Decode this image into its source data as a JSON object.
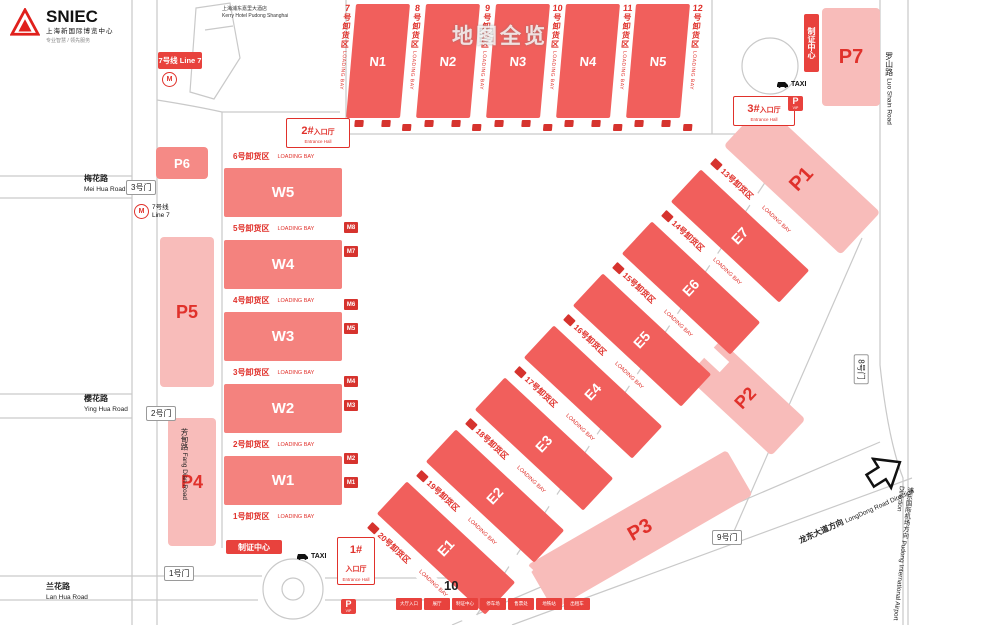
{
  "logo": {
    "name": "SNIEC",
    "cn": "上海新国际博览中心",
    "tagline": "专业智慧 / 领先服务"
  },
  "watermark": "地图全览",
  "hotel": {
    "cn": "上海浦东嘉里大酒店",
    "en": "Kerry Hotel Pudong Shanghai"
  },
  "metro": {
    "cn": "7号线",
    "en": "Line 7"
  },
  "halls": {
    "north": [
      "N1",
      "N2",
      "N3",
      "N4",
      "N5"
    ],
    "west": [
      "W5",
      "W4",
      "W3",
      "W2",
      "W1"
    ],
    "east": [
      "E1",
      "E2",
      "E3",
      "E4",
      "E5",
      "E6",
      "E7"
    ]
  },
  "bays": {
    "en": "LOADING BAY",
    "north": [
      {
        "num": "7",
        "cn": "号卸货区"
      },
      {
        "num": "8",
        "cn": "号卸货区"
      },
      {
        "num": "9",
        "cn": "号卸货区"
      },
      {
        "num": "10",
        "cn": "号卸货区"
      },
      {
        "num": "11",
        "cn": "号卸货区"
      },
      {
        "num": "12",
        "cn": "号卸货区"
      }
    ],
    "west": [
      "6号卸货区",
      "5号卸货区",
      "4号卸货区",
      "3号卸货区",
      "2号卸货区",
      "1号卸货区"
    ],
    "east": [
      "13号卸货区",
      "14号卸货区",
      "15号卸货区",
      "16号卸货区",
      "17号卸货区",
      "18号卸货区",
      "19号卸货区",
      "20号卸货区"
    ]
  },
  "parking": {
    "p1": "P1",
    "p2": "P2",
    "p3": "P3",
    "p4": "P4",
    "p5": "P5",
    "p6": "P6",
    "p7": "P7"
  },
  "entrances": {
    "e1": {
      "num": "1#",
      "cn": "入口厅",
      "en": "Entrance Hall"
    },
    "e2": {
      "num": "2#",
      "cn": "入口厅",
      "en": "Entrance Hall"
    },
    "e3": {
      "num": "3#",
      "cn": "入口厅",
      "en": "Entrance Hall"
    }
  },
  "gates": {
    "g1": "1号门",
    "g2": "2号门",
    "g3": "3号门",
    "g8": "8号门",
    "g9": "9号门",
    "g10": "10"
  },
  "badge_center": "制证中心",
  "taxi": "TAXI",
  "vip": {
    "p": "P",
    "label": "VIP"
  },
  "roads": {
    "meihua": {
      "cn": "梅花路",
      "en": "Mei Hua Road"
    },
    "yinghua": {
      "cn": "樱花路",
      "en": "Ying Hua Road"
    },
    "lanhua": {
      "cn": "兰花路",
      "en": "Lan Hua Road"
    },
    "fangdian": {
      "cn": "芳甸路",
      "en": "Fang Dian Road"
    },
    "luoshan": {
      "cn": "罗山路",
      "en": "Luo Shain Road"
    },
    "longdong": {
      "cn": "龙东大道方向",
      "en": "LongDong Road Direction"
    },
    "airport": {
      "cn": "浦东国际机场方向",
      "en": "Pudong International Airport Direction"
    }
  },
  "m_tags": [
    "M8",
    "M7",
    "M6",
    "M5",
    "M4",
    "M3",
    "M2",
    "M1"
  ],
  "legend": [
    "大厅入口",
    "展厅",
    "制证中心",
    "停车场",
    "售票处",
    "地铁站",
    "出租车"
  ],
  "colors": {
    "hall_red": "#f15f5c",
    "hall_salmon": "#f4827e",
    "parking_pink": "#f8bcba",
    "accent_red": "#e0312b",
    "badge_red": "#e8423d"
  }
}
